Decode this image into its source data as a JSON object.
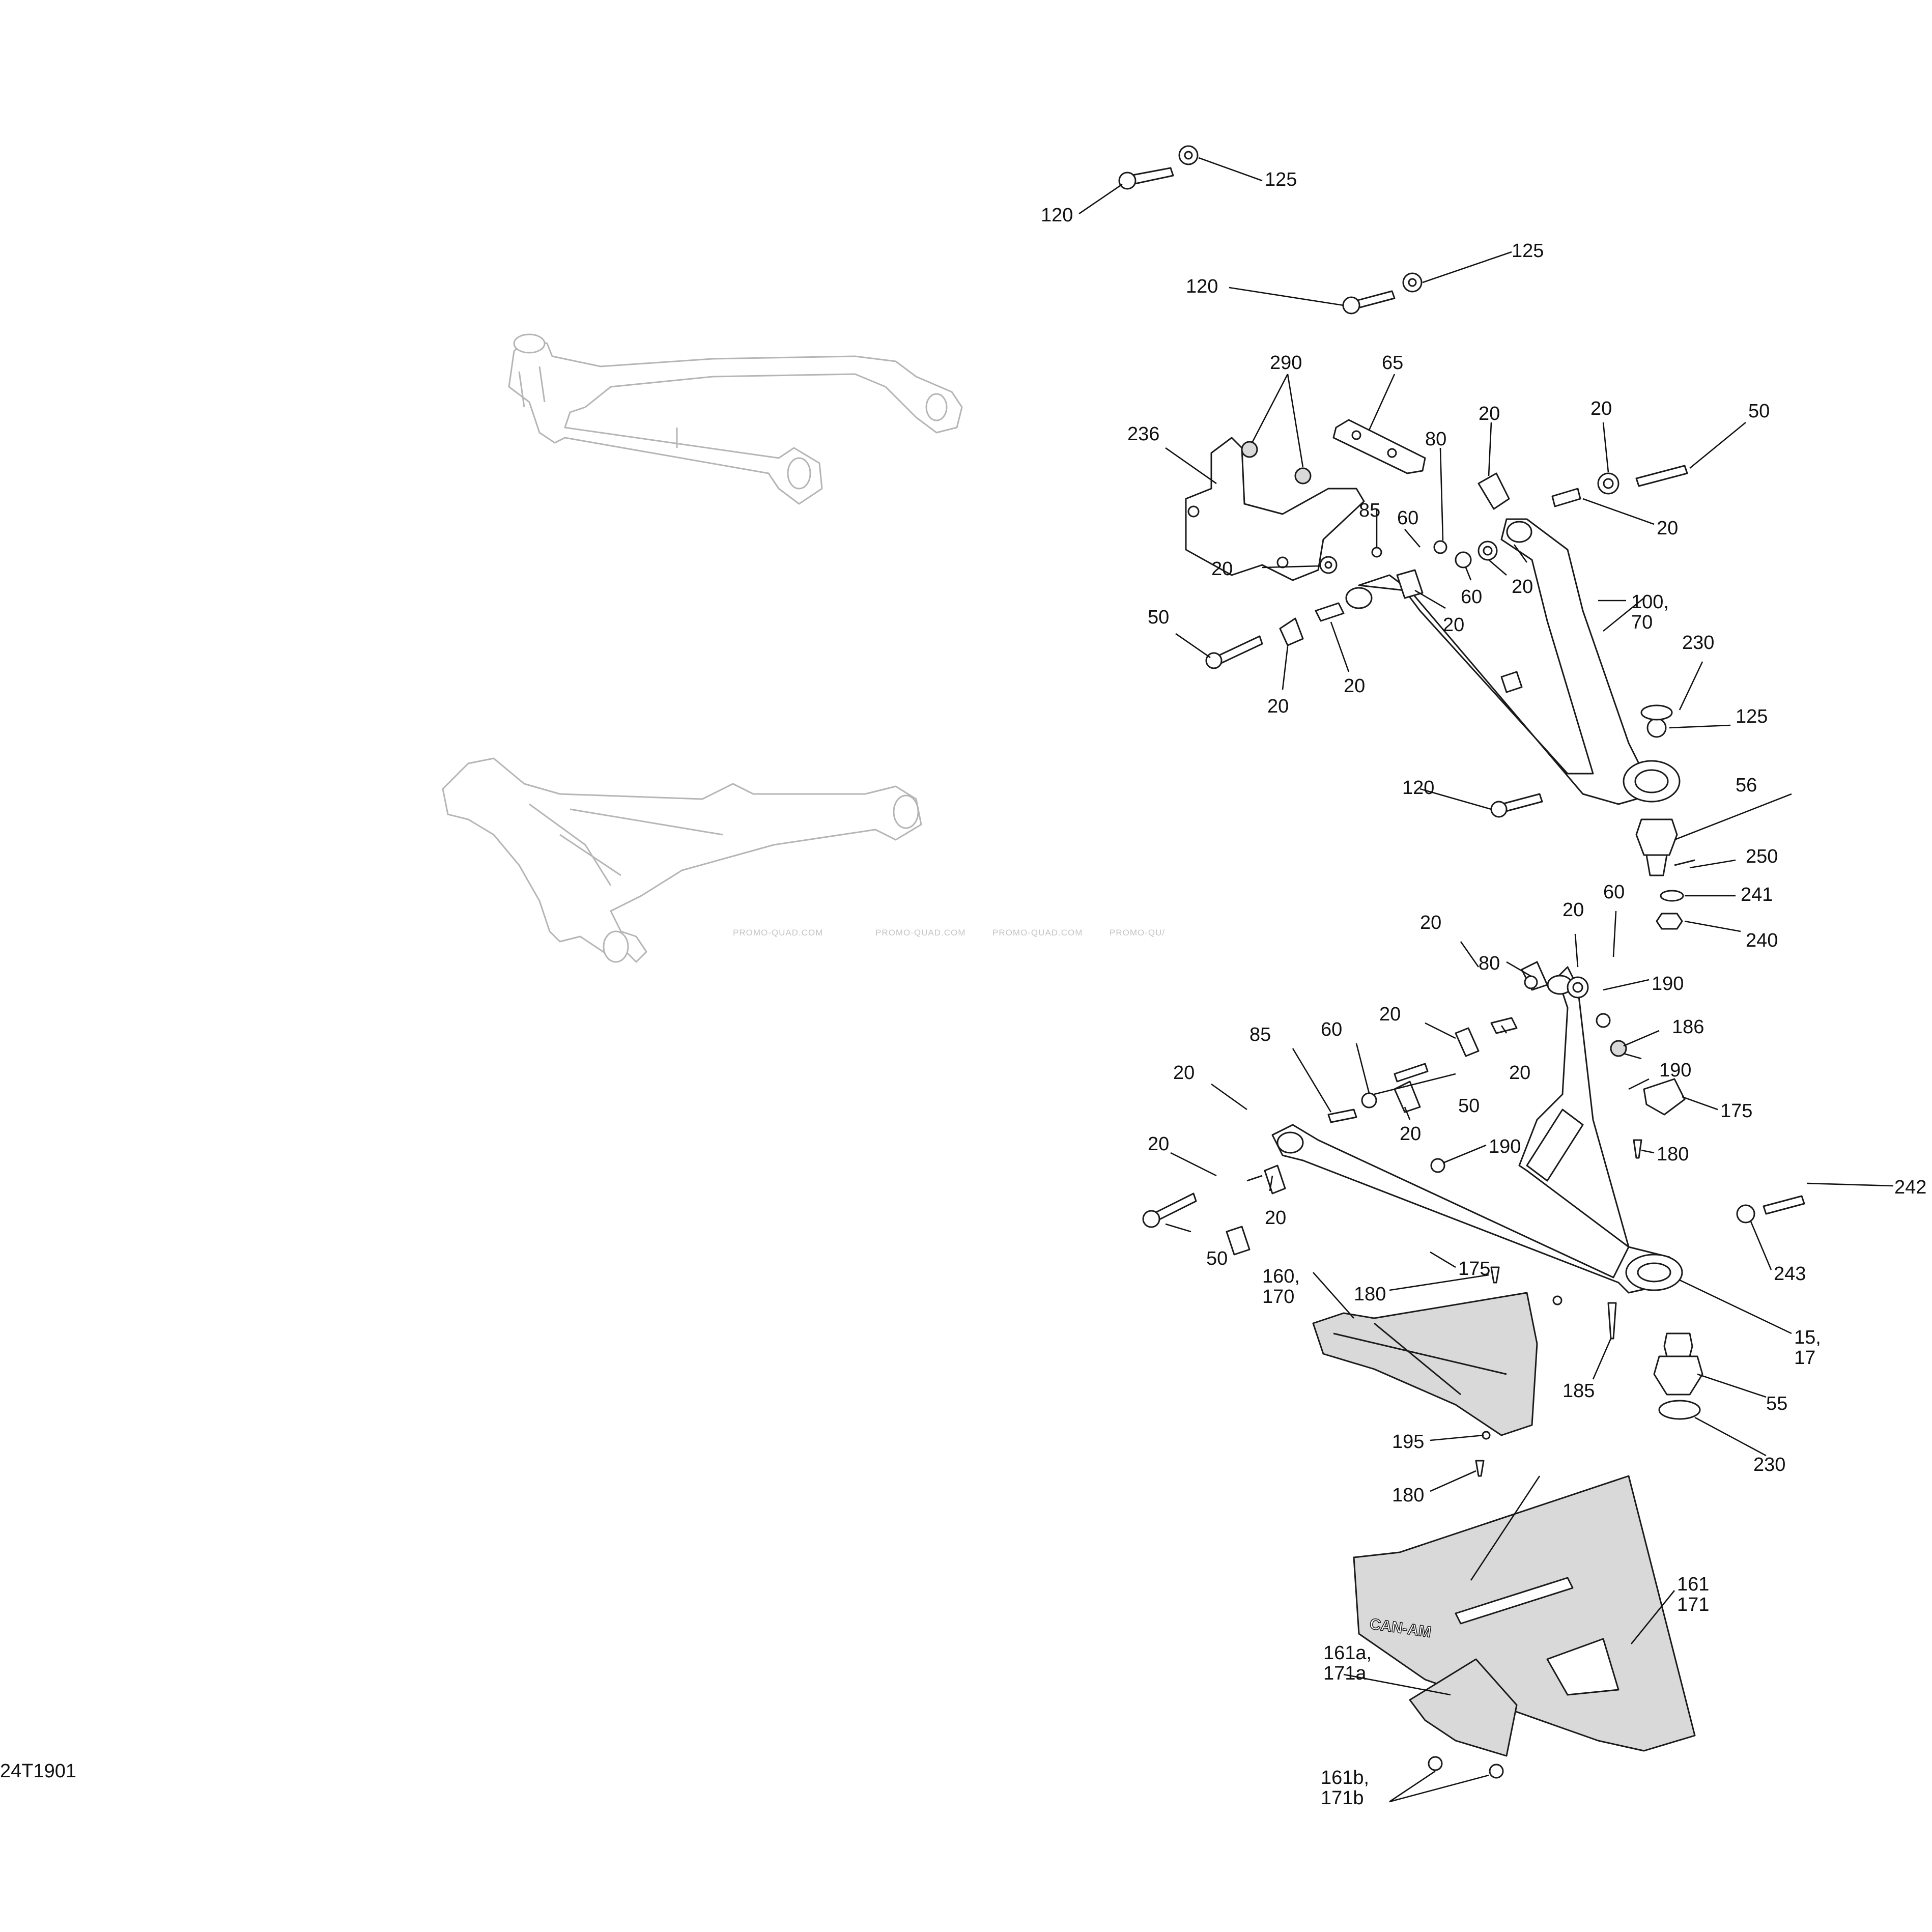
{
  "diagram_code": "24T1901",
  "watermark_text": "PROMO-QUAD.COM",
  "watermark_tail": "PROMO-QU/",
  "brand_text": "CAN-AM",
  "callouts": {
    "c120a": "120",
    "c125a": "125",
    "c120b": "120",
    "c125b": "125",
    "c290": "290",
    "c65": "65",
    "c236": "236",
    "c80a": "80",
    "c20a": "20",
    "c20b": "20",
    "c50a": "50",
    "c20c": "20",
    "c85a": "85",
    "c60a": "60",
    "c20d": "20",
    "c60b": "60",
    "c20e": "20",
    "c100": "100,",
    "c70": "70",
    "c50b": "50",
    "c20f": "20",
    "c20g": "20",
    "c20h": "20",
    "c230a": "230",
    "c125c": "125",
    "c120c": "120",
    "c56": "56",
    "c250": "250",
    "c241": "241",
    "c240": "240",
    "c20i": "20",
    "c20j": "20",
    "c60c": "60",
    "c80b": "80",
    "c190a": "190",
    "c20k": "20",
    "c186": "186",
    "c20l": "20",
    "c190b": "190",
    "c85b": "85",
    "c60d": "60",
    "c50c": "50",
    "c175a": "175",
    "c20m": "20",
    "c20n": "20",
    "c180a": "180",
    "c20o": "20",
    "c190c": "190",
    "c242": "242",
    "c20p": "20",
    "c50d": "50",
    "c243": "243",
    "c175b": "175",
    "c180b": "180",
    "c15": "15,",
    "c17": "17",
    "c160": "160,",
    "c170": "170",
    "c185": "185",
    "c55": "55",
    "c195": "195",
    "c230b": "230",
    "c180c": "180",
    "c161": "161",
    "c171": "171",
    "c161a": "161a,",
    "c171a": "171a",
    "c161b": "161b,",
    "c171b": "171b"
  }
}
